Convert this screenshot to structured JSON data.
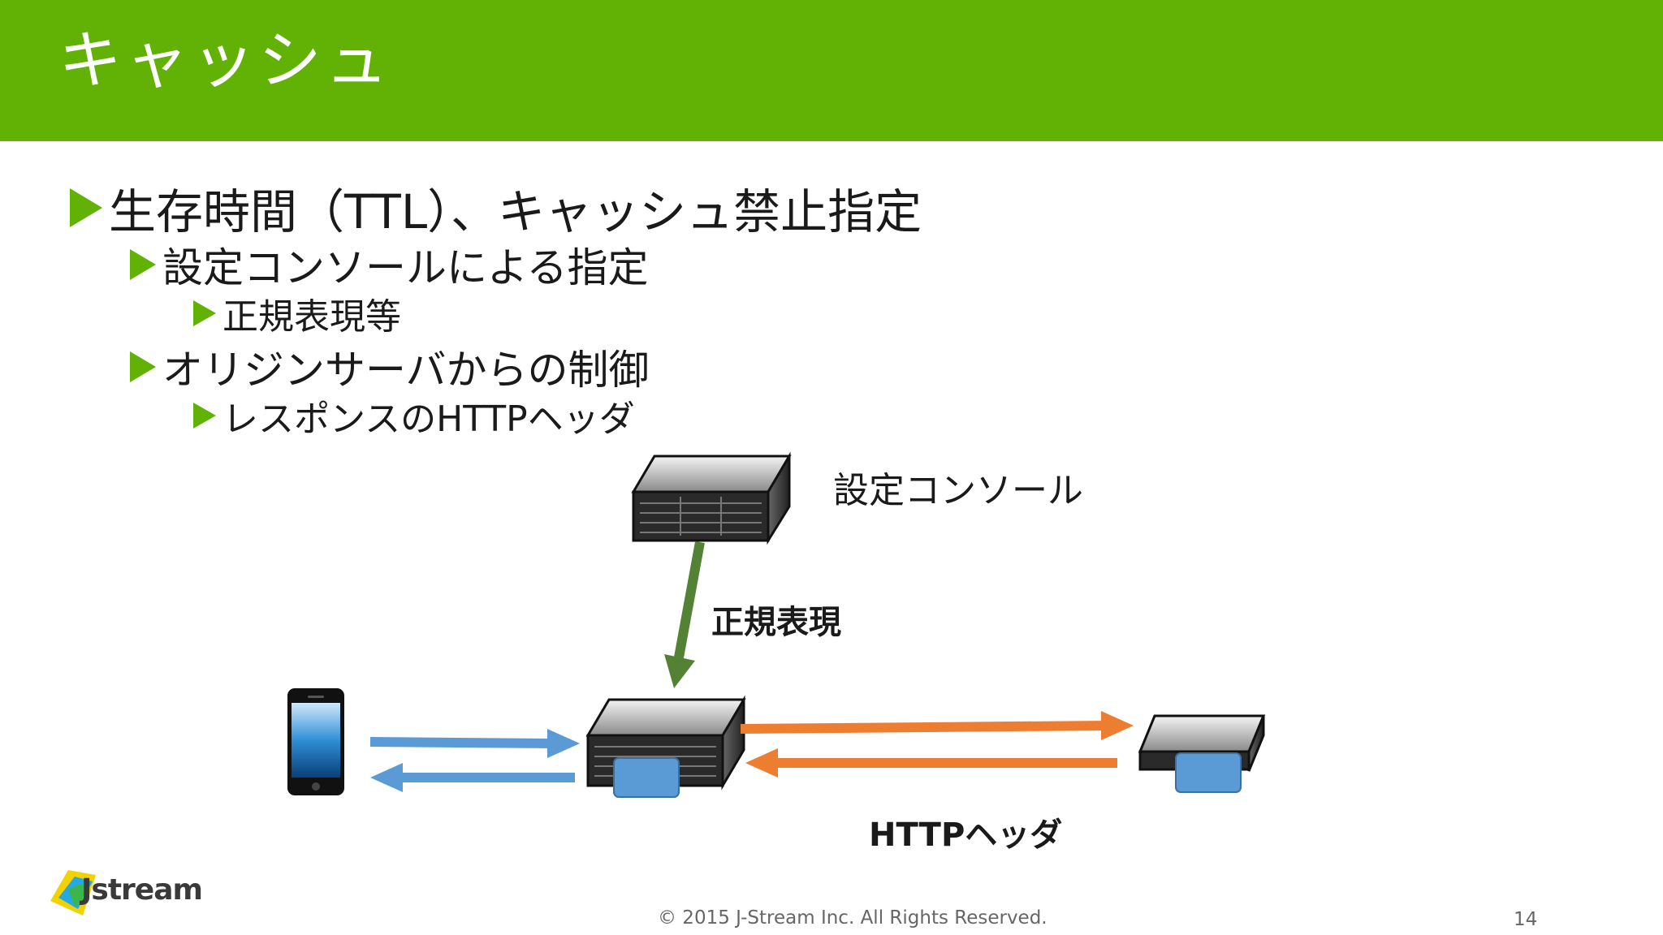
{
  "header": {
    "title": "キャッシュ"
  },
  "bullets": {
    "l1": "生存時間（TTL）、キャッシュ禁止指定",
    "l2a": "設定コンソールによる指定",
    "l3a": "正規表現等",
    "l2b": "オリジンサーバからの制御",
    "l3b": "レスポンスのHTTPヘッダ"
  },
  "diagram": {
    "console_label": "設定コンソール",
    "regex_label": "正規表現",
    "http_label": "HTTPヘッダ"
  },
  "footer": {
    "copyright": "© 2015 J-Stream Inc. All Rights Reserved.",
    "page_number": "14",
    "logo_text": "Jstream"
  },
  "colors": {
    "header": "#62b205",
    "bullet": "#62b205",
    "arrow_green": "#548235",
    "arrow_blue": "#5b9bd5",
    "arrow_orange": "#ed7d31"
  }
}
